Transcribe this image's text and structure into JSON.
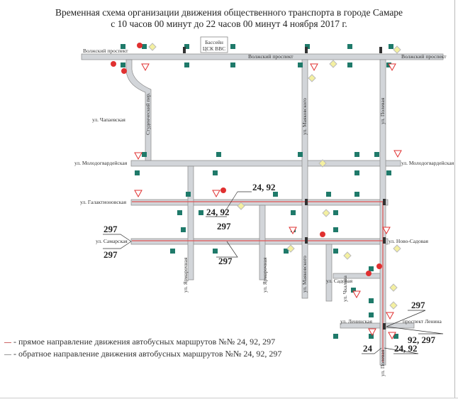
{
  "title": {
    "line1": "Временная схема организации движения общественного транспорта в городе Самаре",
    "line2": "с 10 часов 00 минут до 22 часов 00 минут 4 ноября 2017 г."
  },
  "landmark": {
    "line1": "Бассейн",
    "line2": "ЦСК ВВС"
  },
  "streets": {
    "volzhsky_w": "Волжский проспект",
    "volzhsky_c": "Волжский проспект",
    "volzhsky_e": "Волжский проспект",
    "chapaevskaya": "ул. Чапаевская",
    "studenchesky": "Студенческий пер.",
    "molodogv_w": "ул. Молодогвардейская",
    "molodogv_e": "ул. Молодогвардейская",
    "galaktionovskaya": "ул. Галактионовская",
    "samarskaya": "ул. Самарская",
    "novo_sadovaya": "ул. Ново-Садовая",
    "yarm_1": "ул. Ярмарочная",
    "yarm_2": "ул. Ярмарочная",
    "mayak_1": "ул. Маяковского",
    "mayak_2": "ул. Маяковского",
    "polevaya_1": "ул. Полевая",
    "polevaya_2": "ул. Полевая",
    "sadovaya": "ул. Садовая",
    "chkalova": "ул. Чкалова",
    "leninskaya": "ул. Ленинская",
    "lenina": "проспект Ленина"
  },
  "routes": {
    "r1": "24, 92",
    "r2": "24, 92",
    "r3": "297",
    "r4": "297",
    "r5": "297",
    "r6": "297",
    "r7": "297",
    "r8": "92, 297",
    "r9": "24",
    "r10": "24, 92"
  },
  "legend": {
    "forward": "- прямое направление движения автобусных маршрутов №№ 24, 92, 297",
    "reverse": "- обратное направление движения автобусных маршрутов №№ 24, 92, 297"
  },
  "colors": {
    "road": "#c9ccd0",
    "route": "#e05555",
    "sign": "#1f7a6a",
    "warn": "#e03030"
  }
}
